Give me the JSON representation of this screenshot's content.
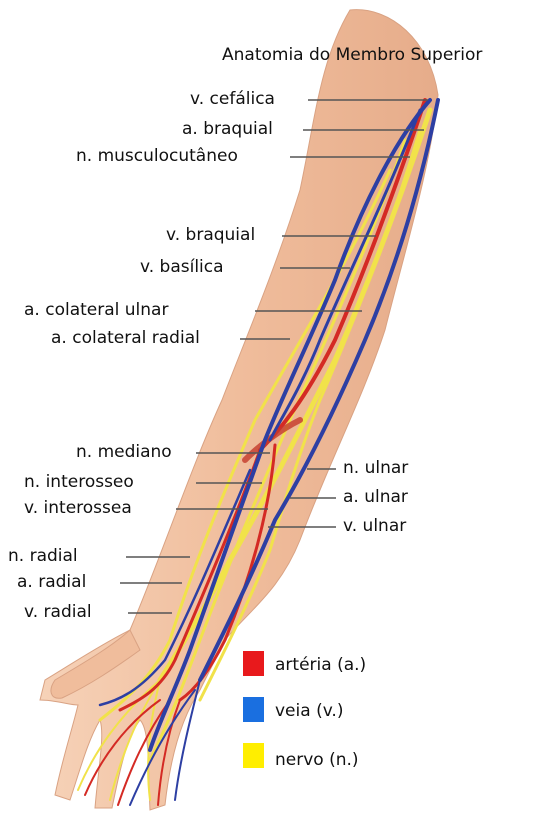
{
  "title": "Anatomia do Membro Superior",
  "labels": {
    "v_cefalica": "v. cefálica",
    "a_braquial": "a. braquial",
    "n_musculocutaneo": "n. musculocutâneo",
    "v_braquial": "v. braquial",
    "v_basilica": "v. basílica",
    "a_colateral_ulnar": "a. colateral ulnar",
    "a_colateral_radial": "a. colateral radial",
    "n_mediano": "n. mediano",
    "n_interosseo": "n. interosseo",
    "v_interossea": "v. interossea",
    "n_radial": "n. radial",
    "a_radial": "a. radial",
    "v_radial": "v. radial",
    "n_ulnar": "n. ulnar",
    "a_ulnar": "a. ulnar",
    "v_ulnar": "v. ulnar"
  },
  "legend": [
    {
      "label": "artéria (a.)",
      "color": "#e8191c"
    },
    {
      "label": "veia (v.)",
      "color": "#1a6fe0"
    },
    {
      "label": "nervo (n.)",
      "color": "#ffee00"
    }
  ],
  "colors": {
    "skin": "#f2c4a6",
    "artery": "#d42a24",
    "vein": "#2d3fa3",
    "nerve": "#f1e24a"
  }
}
